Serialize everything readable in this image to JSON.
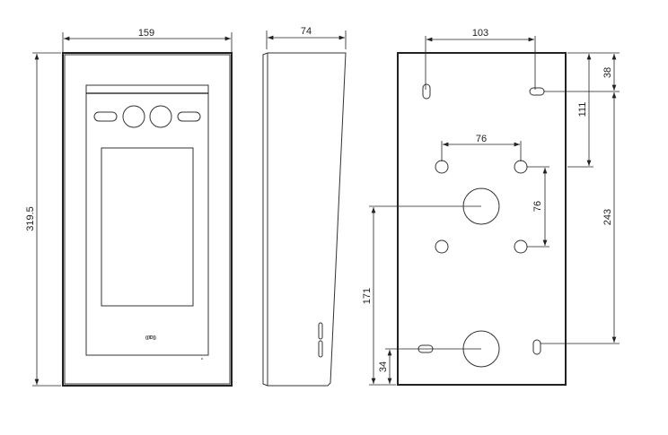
{
  "front_view": {
    "width_dim": "159",
    "height_dim": "319.5",
    "nfc_label": "((ID))"
  },
  "side_view": {
    "depth_dim": "74"
  },
  "back_view": {
    "top_holes_spacing": "103",
    "mid_holes_horizontal": "76",
    "mid_holes_vertical": "76",
    "top_to_mid_holes": "111",
    "top_to_slot": "38",
    "slot_to_slot": "243",
    "bottom_to_upper_box": "171",
    "bottom_to_lower_box": "34"
  }
}
